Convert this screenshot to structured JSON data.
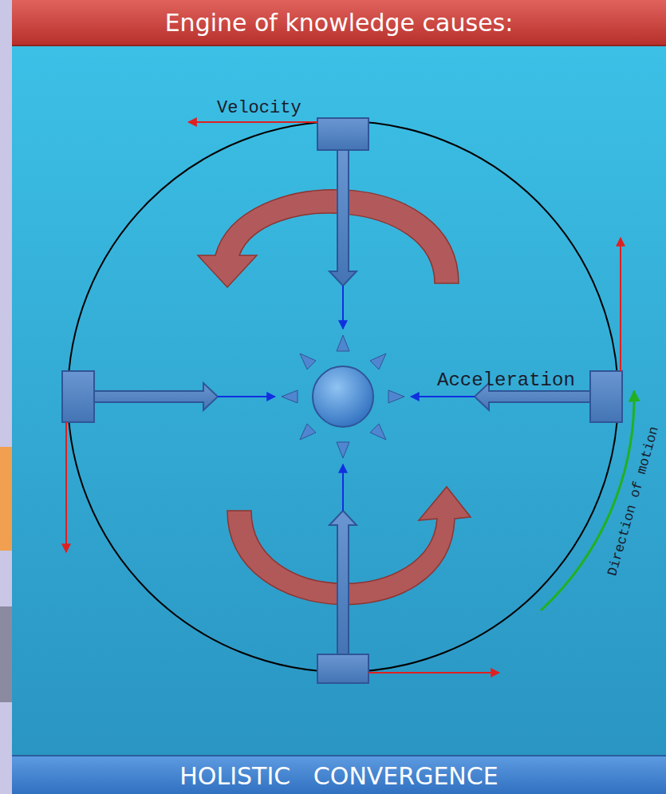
{
  "diagram": {
    "title": "Engine of knowledge causes:",
    "caption": "HOLISTIC   CONVERGENCE",
    "labels": [
      "Velocity",
      "Acceleration",
      "Direction of motion"
    ]
  }
}
